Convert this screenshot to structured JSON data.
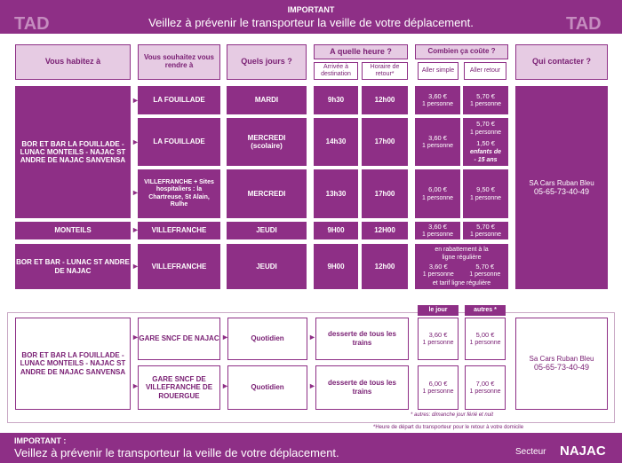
{
  "top": {
    "important_label": "IMPORTANT",
    "notice": "Veillez à prévenir le transporteur la veille de votre déplacement.",
    "brand_left": "TAD",
    "brand_right": "TAD"
  },
  "headers": {
    "habitez": "Vous habitez à",
    "rendre": "Vous souhaitez vous rendre à",
    "jours": "Quels jours ?",
    "heure": "A quelle heure ?",
    "arrivee": "Arrivée à destination",
    "retour": "Horaire de retour*",
    "cout": "Combien ça coûte ?",
    "aller_simple": "Aller simple",
    "aller_retour": "Aller retour",
    "contact": "Qui contacter ?"
  },
  "section1": {
    "origin_a": "BOR ET BAR LA FOUILLADE - LUNAC MONTEILS - NAJAC ST ANDRE DE NAJAC SANVENSA",
    "origin_b": "MONTEILS",
    "origin_c": "BOR ET BAR  - LUNAC ST ANDRE DE NAJAC",
    "contact_name": "SA Cars Ruban Bleu",
    "contact_phone": "05-65-73-40-49",
    "rows": [
      {
        "dest": "LA FOUILLADE",
        "day": "MARDI",
        "arr": "9h30",
        "ret": "12h00",
        "simple": "3,60 €",
        "simple_p": "1 personne",
        "retour": "5,70 €",
        "retour_p": "1 personne"
      },
      {
        "dest": "LA FOUILLADE",
        "day": "MERCREDI (scolaire)",
        "arr": "14h30",
        "ret": "17h00",
        "simple": "3,60 €",
        "simple_p": "1 personne",
        "retour": "5,70 €",
        "retour_p": "1 personne",
        "retour2": "1,50 €",
        "retour2_p": "enfants de - 15 ans"
      },
      {
        "dest": "VILLEFRANCHE + Sites hospitaliers : la Chartreuse, St Alain, Rulhe",
        "day": "MERCREDI",
        "arr": "13h30",
        "ret": "17h00",
        "simple": "6,00 €",
        "simple_p": "1 personne",
        "retour": "9,50 €",
        "retour_p": "1 personne"
      },
      {
        "dest": "VILLEFRANCHE",
        "day": "JEUDI",
        "arr": "9H00",
        "ret": "12H00",
        "simple": "3,60 €",
        "simple_p": "1 personne",
        "retour": "5,70 €",
        "retour_p": "1 personne"
      },
      {
        "dest": "VILLEFRANCHE",
        "day": "JEUDI",
        "arr": "9H00",
        "ret": "12h00",
        "top_note": "en rabattement à la ligne régulière",
        "simple": "3,60 €",
        "simple_p": "1 personne",
        "retour": "5,70 €",
        "retour_p": "1 personne",
        "bottom_note": "et tarif ligne régulière"
      }
    ]
  },
  "section2": {
    "origin": "BOR ET BAR LA FOUILLADE - LUNAC MONTEILS - NAJAC ST ANDRE DE NAJAC SANVENSA",
    "col_jour": "le jour",
    "col_autres": "autres *",
    "contact_name": "Sa Cars Ruban Bleu",
    "contact_phone": "05-65-73-40-49",
    "footnote": "* autres: dimanche jour férié et nuit",
    "rows": [
      {
        "dest": "GARE SNCF DE NAJAC",
        "day": "Quotidien",
        "desserte": "desserte de tous les trains",
        "jour": "3,60 €",
        "jour_p": "1 personne",
        "autres": "5,00 €",
        "autres_p": "1 personne"
      },
      {
        "dest": "GARE SNCF DE VILLEFRANCHE DE ROUERGUE",
        "day": "Quotidien",
        "desserte": "desserte de tous les trains",
        "jour": "6,00 €",
        "jour_p": "1 personne",
        "autres": "7,00 €",
        "autres_p": "1 personne"
      }
    ]
  },
  "bottom": {
    "footnote_heure": "*Heure de départ du transporteur pour le retour à votre domicile",
    "important_label": "IMPORTANT :",
    "notice": "Veillez à prévenir le transporteur la veille de votre déplacement.",
    "secteur": "Secteur",
    "secteur_name": "NAJAC"
  },
  "colors": {
    "purple": "#8e2f86",
    "pink": "#e6cbe3",
    "text_dark": "#7a2074"
  }
}
